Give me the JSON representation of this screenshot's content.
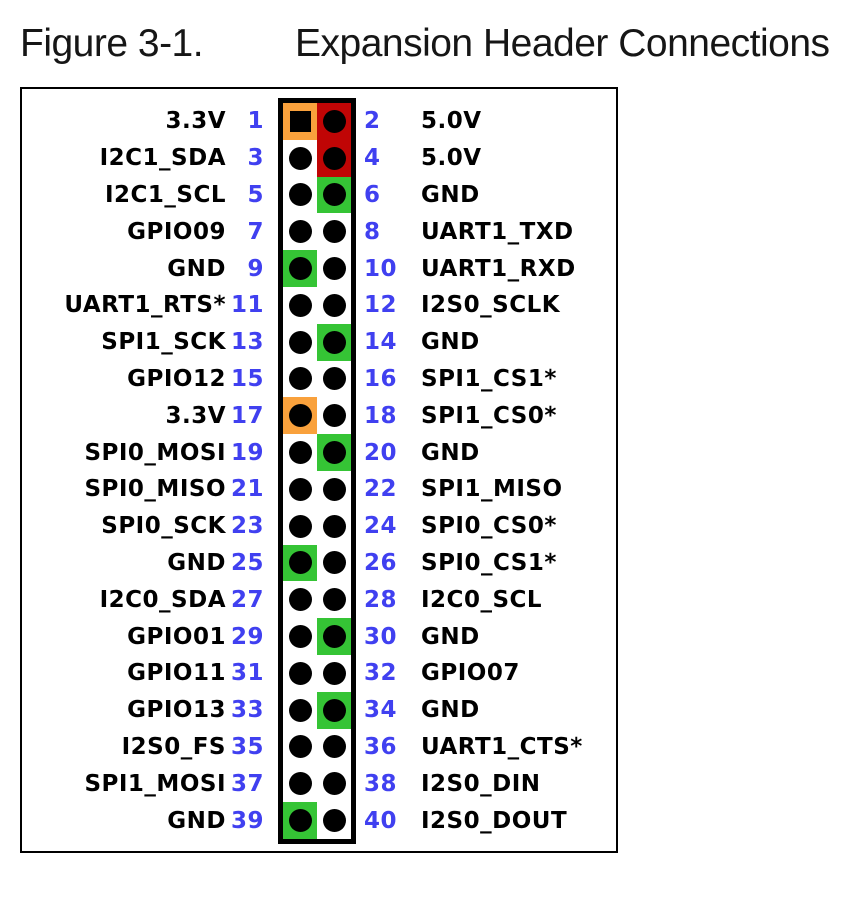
{
  "title": {
    "figure_label": "Figure 3-1.",
    "figure_title": "Expansion Header Connections"
  },
  "colors": {
    "orange": "#F9A13C",
    "red": "#C00505",
    "green": "#35C435",
    "white": "#FFFFFF",
    "pin_number_blue": "#4040F0",
    "pin_black": "#000000"
  },
  "header": {
    "pin_count": 40
  },
  "rows": [
    {
      "left": {
        "label": "3.3V",
        "pin": "1",
        "color": "orange",
        "shape": "square"
      },
      "right": {
        "label": "5.0V",
        "pin": "2",
        "color": "red",
        "shape": "circle"
      }
    },
    {
      "left": {
        "label": "I2C1_SDA",
        "pin": "3",
        "color": "white",
        "shape": "circle"
      },
      "right": {
        "label": "5.0V",
        "pin": "4",
        "color": "red",
        "shape": "circle"
      }
    },
    {
      "left": {
        "label": "I2C1_SCL",
        "pin": "5",
        "color": "white",
        "shape": "circle"
      },
      "right": {
        "label": "GND",
        "pin": "6",
        "color": "green",
        "shape": "circle"
      }
    },
    {
      "left": {
        "label": "GPIO09",
        "pin": "7",
        "color": "white",
        "shape": "circle"
      },
      "right": {
        "label": "UART1_TXD",
        "pin": "8",
        "color": "white",
        "shape": "circle"
      }
    },
    {
      "left": {
        "label": "GND",
        "pin": "9",
        "color": "green",
        "shape": "circle"
      },
      "right": {
        "label": "UART1_RXD",
        "pin": "10",
        "color": "white",
        "shape": "circle"
      }
    },
    {
      "left": {
        "label": "UART1_RTS*",
        "pin": "11",
        "color": "white",
        "shape": "circle"
      },
      "right": {
        "label": "I2S0_SCLK",
        "pin": "12",
        "color": "white",
        "shape": "circle"
      }
    },
    {
      "left": {
        "label": "SPI1_SCK",
        "pin": "13",
        "color": "white",
        "shape": "circle"
      },
      "right": {
        "label": "GND",
        "pin": "14",
        "color": "green",
        "shape": "circle"
      }
    },
    {
      "left": {
        "label": "GPIO12",
        "pin": "15",
        "color": "white",
        "shape": "circle"
      },
      "right": {
        "label": "SPI1_CS1*",
        "pin": "16",
        "color": "white",
        "shape": "circle"
      }
    },
    {
      "left": {
        "label": "3.3V",
        "pin": "17",
        "color": "orange",
        "shape": "circle"
      },
      "right": {
        "label": "SPI1_CS0*",
        "pin": "18",
        "color": "white",
        "shape": "circle"
      }
    },
    {
      "left": {
        "label": "SPI0_MOSI",
        "pin": "19",
        "color": "white",
        "shape": "circle"
      },
      "right": {
        "label": "GND",
        "pin": "20",
        "color": "green",
        "shape": "circle"
      }
    },
    {
      "left": {
        "label": "SPI0_MISO",
        "pin": "21",
        "color": "white",
        "shape": "circle"
      },
      "right": {
        "label": "SPI1_MISO",
        "pin": "22",
        "color": "white",
        "shape": "circle"
      }
    },
    {
      "left": {
        "label": "SPI0_SCK",
        "pin": "23",
        "color": "white",
        "shape": "circle"
      },
      "right": {
        "label": "SPI0_CS0*",
        "pin": "24",
        "color": "white",
        "shape": "circle"
      }
    },
    {
      "left": {
        "label": "GND",
        "pin": "25",
        "color": "green",
        "shape": "circle"
      },
      "right": {
        "label": "SPI0_CS1*",
        "pin": "26",
        "color": "white",
        "shape": "circle"
      }
    },
    {
      "left": {
        "label": "I2C0_SDA",
        "pin": "27",
        "color": "white",
        "shape": "circle"
      },
      "right": {
        "label": "I2C0_SCL",
        "pin": "28",
        "color": "white",
        "shape": "circle"
      }
    },
    {
      "left": {
        "label": "GPIO01",
        "pin": "29",
        "color": "white",
        "shape": "circle"
      },
      "right": {
        "label": "GND",
        "pin": "30",
        "color": "green",
        "shape": "circle"
      }
    },
    {
      "left": {
        "label": "GPIO11",
        "pin": "31",
        "color": "white",
        "shape": "circle"
      },
      "right": {
        "label": "GPIO07",
        "pin": "32",
        "color": "white",
        "shape": "circle"
      }
    },
    {
      "left": {
        "label": "GPIO13",
        "pin": "33",
        "color": "white",
        "shape": "circle"
      },
      "right": {
        "label": "GND",
        "pin": "34",
        "color": "green",
        "shape": "circle"
      }
    },
    {
      "left": {
        "label": "I2S0_FS",
        "pin": "35",
        "color": "white",
        "shape": "circle"
      },
      "right": {
        "label": "UART1_CTS*",
        "pin": "36",
        "color": "white",
        "shape": "circle"
      }
    },
    {
      "left": {
        "label": "SPI1_MOSI",
        "pin": "37",
        "color": "white",
        "shape": "circle"
      },
      "right": {
        "label": "I2S0_DIN",
        "pin": "38",
        "color": "white",
        "shape": "circle"
      }
    },
    {
      "left": {
        "label": "GND",
        "pin": "39",
        "color": "green",
        "shape": "circle"
      },
      "right": {
        "label": "I2S0_DOUT",
        "pin": "40",
        "color": "white",
        "shape": "circle"
      }
    }
  ]
}
